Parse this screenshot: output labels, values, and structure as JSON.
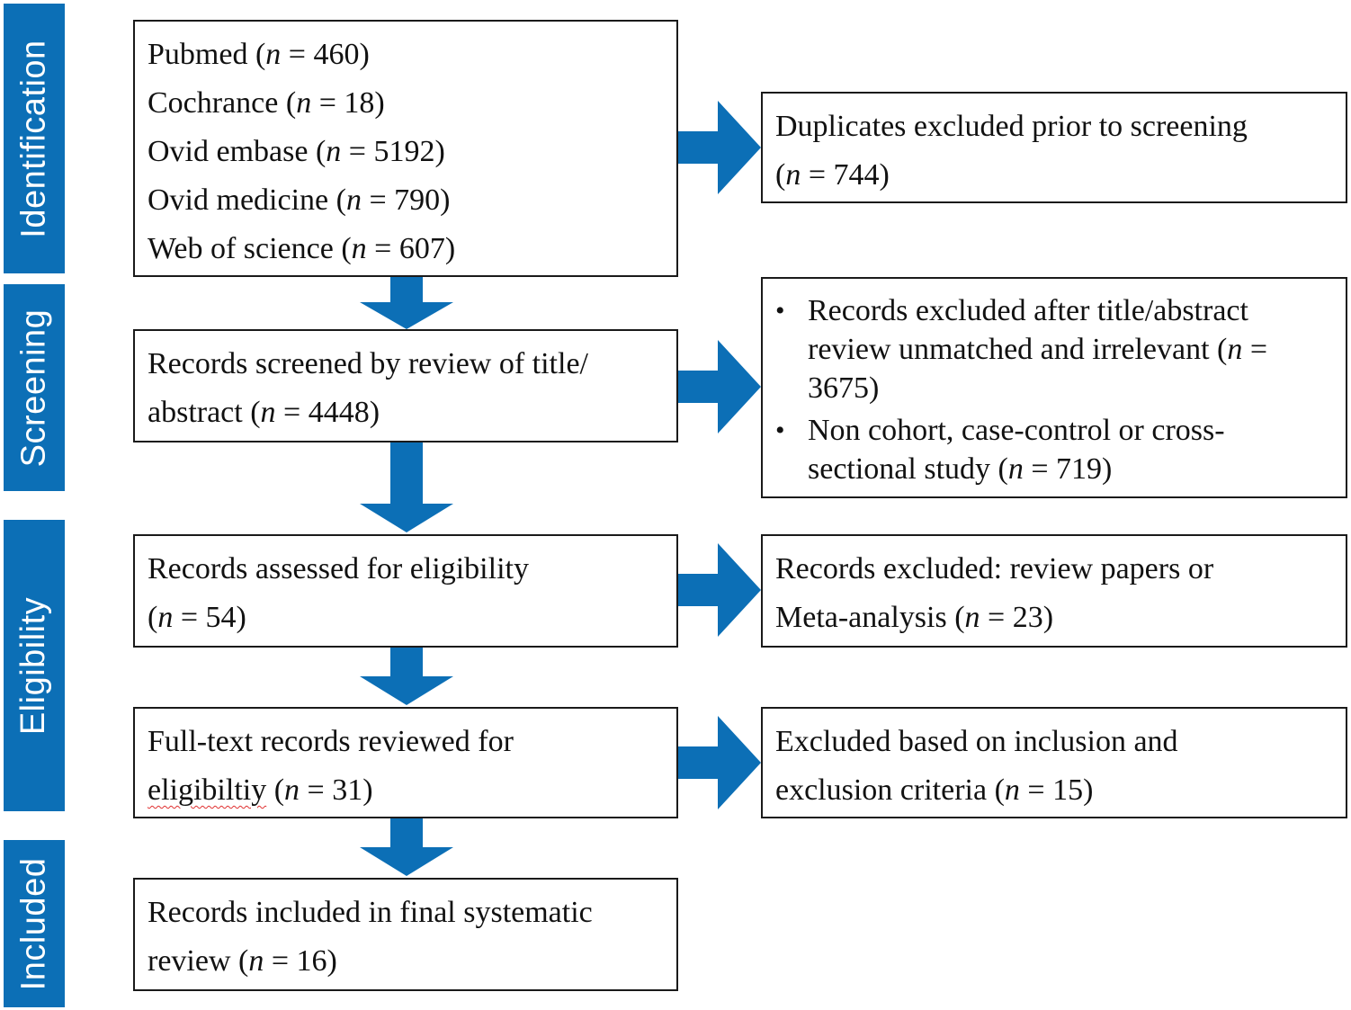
{
  "stages": {
    "identification": "Identification",
    "screening": "Screening",
    "eligibility": "Eligibility",
    "included": "Included"
  },
  "boxes": {
    "sources": {
      "pubmed": "Pubmed",
      "pubmed_n": "460",
      "cochrane": "Cochrance",
      "cochrane_n": "18",
      "embase": "Ovid embase",
      "embase_n": "5192",
      "medicine": "Ovid medicine",
      "medicine_n": "790",
      "wos": "Web of science",
      "wos_n": "607"
    },
    "duplicates": {
      "line1": "Duplicates excluded prior to screening",
      "n": "744"
    },
    "screened": {
      "line1": "Records screened by review of title/",
      "line2": "abstract",
      "n": "4448"
    },
    "screen_excluded": {
      "b1_line1": "Records excluded after title/abstract",
      "b1_line2": "review unmatched and irrelevant (",
      "b1_line3_n": "3675",
      "b2_line1": "Non cohort, case-control or cross-",
      "b2_line2": "sectional study (",
      "b2_n": "719"
    },
    "assessed": {
      "line1": "Records assessed for eligibility",
      "n": "54"
    },
    "meta_excluded": {
      "line1": "Records excluded: review papers or",
      "line2": "Meta-analysis",
      "n": "23"
    },
    "fulltext": {
      "line1": "Full-text records reviewed for",
      "line2": "eligibiltiy",
      "n": "31"
    },
    "criteria_excluded": {
      "line1": "Excluded based on inclusion and",
      "line2": "exclusion criteria",
      "n": "15"
    },
    "included": {
      "line1": "Records included in final systematic",
      "line2": "review",
      "n": "16"
    }
  },
  "n_symbol": "n",
  "colors": {
    "accent": "#0c6fb6",
    "border": "#1a1a1a"
  }
}
